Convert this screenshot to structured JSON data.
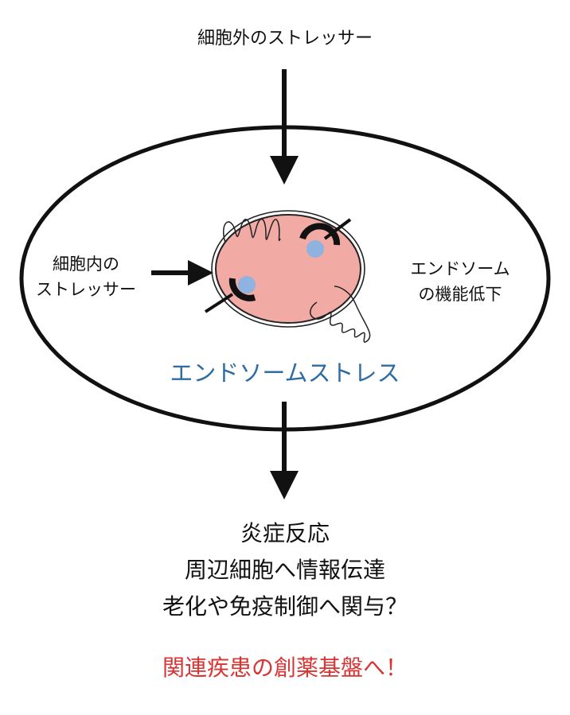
{
  "labels": {
    "external_stress": "細胞外のストレッサー",
    "internal_stress_line1": "細胞内の",
    "internal_stress_line2": "ストレッサー",
    "endosome_function_line1": "エンドソーム",
    "endosome_function_line2": "の機能低下",
    "endosome_stress": "エンドソームストレス"
  },
  "outcomes": [
    "炎症反応",
    "周辺細胞へ情報伝達",
    "老化や免疫制御へ関与？"
  ],
  "goal": "関連疾患の創薬基盤へ！",
  "colors": {
    "endosome_fill": "#f2aaa5",
    "vesicle_fill": "#8fb3e0",
    "stress_text": "#2e6ca4",
    "goal_text": "#d93433",
    "ink": "#111111"
  }
}
